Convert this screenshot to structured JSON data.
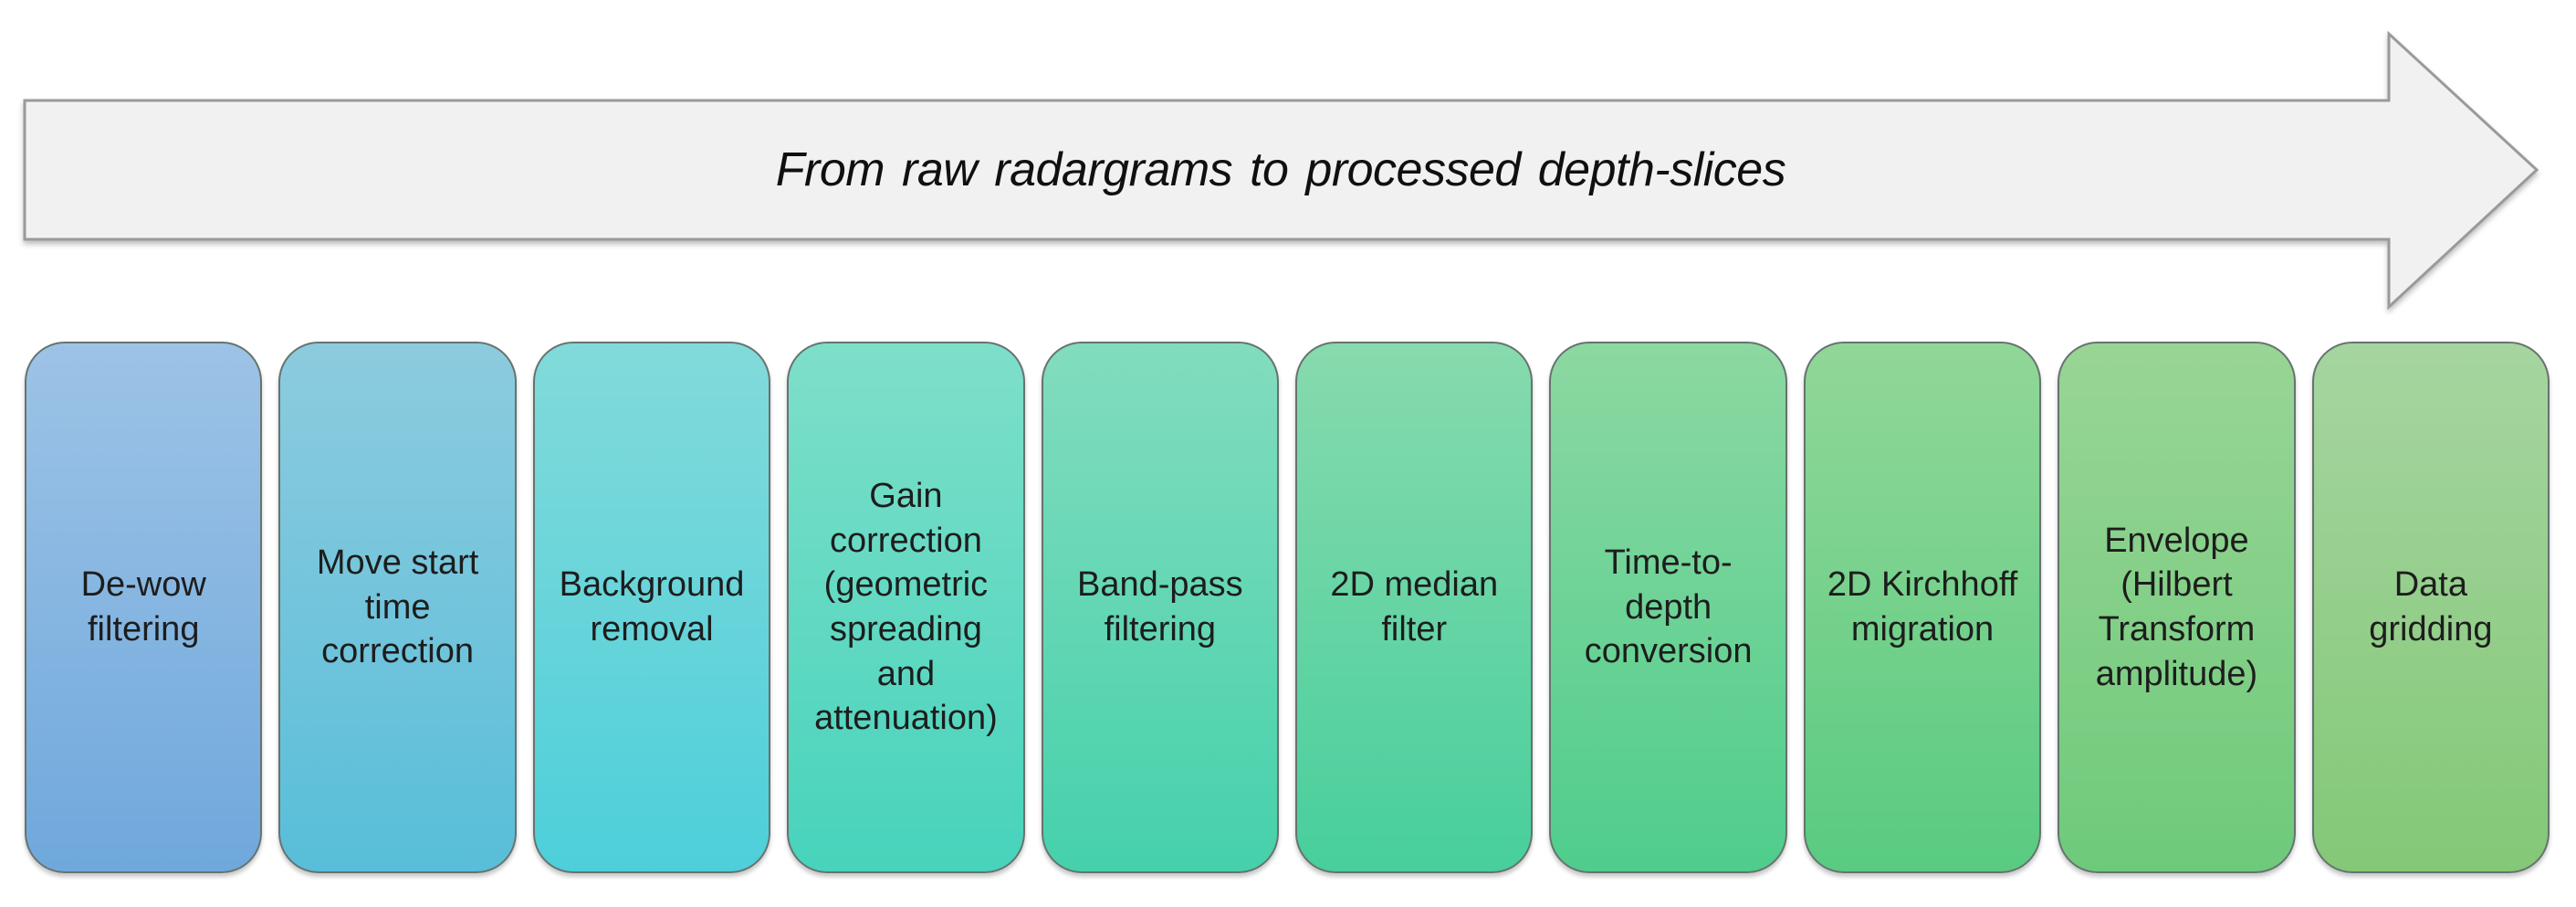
{
  "diagram": {
    "arrow": {
      "label": "From raw radargrams to processed depth-slices",
      "fill_color": "#f1f1f1",
      "border_color": "#9a9a9a"
    },
    "box_border_color": "#66736f",
    "steps": [
      {
        "label": "De-wow\nfiltering",
        "color_top": "#9DC3E6",
        "color_bottom": "#6FA8DC"
      },
      {
        "label": "Move start\ntime\ncorrection",
        "color_top": "#8DCBDE",
        "color_bottom": "#58BED9"
      },
      {
        "label": "Background\nremoval",
        "color_top": "#82DADA",
        "color_bottom": "#4DCFDA"
      },
      {
        "label": "Gain\ncorrection\n(geometric\nspreading\nand\nattenuation)",
        "color_top": "#7EDFC9",
        "color_bottom": "#47D3BC"
      },
      {
        "label": "Band-pass\nfiltering",
        "color_top": "#82DCBE",
        "color_bottom": "#45D1AB"
      },
      {
        "label": "2D median\nfilter",
        "color_top": "#87DAAD",
        "color_bottom": "#47CF9C"
      },
      {
        "label": "Time-to-\ndepth\nconversion",
        "color_top": "#8CD8A1",
        "color_bottom": "#4FCD8C"
      },
      {
        "label": "2D Kirchhoff\nmigration",
        "color_top": "#91D797",
        "color_bottom": "#59CB81"
      },
      {
        "label": "Envelope\n(Hilbert\nTransform\namplitude)",
        "color_top": "#99D595",
        "color_bottom": "#6ECA7B"
      },
      {
        "label": "Data\ngridding",
        "color_top": "#A6D5A0",
        "color_bottom": "#83C877"
      }
    ]
  }
}
